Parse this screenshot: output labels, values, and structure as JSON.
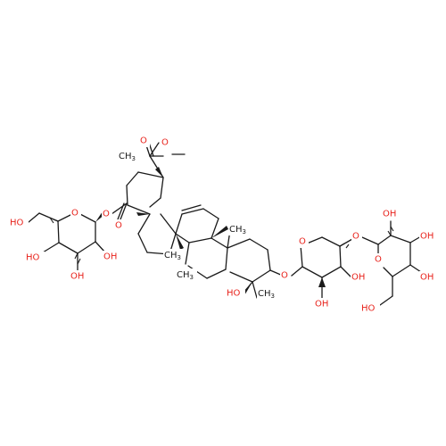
{
  "colors": {
    "bond": "#1a1a1a",
    "oxygen": "#e8231c",
    "carbon": "#1a1a1a",
    "background": "#ffffff"
  },
  "labels": {
    "ester_methoxy_o": "O",
    "ester_carbonyl_o": "O",
    "methyl_top": "CH3",
    "glucose_link_o": "O",
    "c28_carbonyl_o": "O",
    "glc1_ring_o": "O",
    "glc1_ch2oh": "HO",
    "glc1_oh_c4": "HO",
    "glc1_oh_c3": "OH",
    "glc1_oh_c2": "OH",
    "methyl_c8": "CH3",
    "methyl_c10": "CH3",
    "methyl_c14": "CH3",
    "methyl_c4": "CH3",
    "ch2oh_c23": "HO",
    "c3_glycosidic_o": "O",
    "ara_ring_o": "O",
    "ara_oh_c2": "OH",
    "ara_oh_c3": "OH",
    "ara_link_o": "O",
    "glc2_ring_o": "O",
    "glc2_oh_c2": "OH",
    "glc2_oh_c3": "OH",
    "glc2_oh_c4": "OH",
    "glc2_ch2oh": "HO"
  }
}
